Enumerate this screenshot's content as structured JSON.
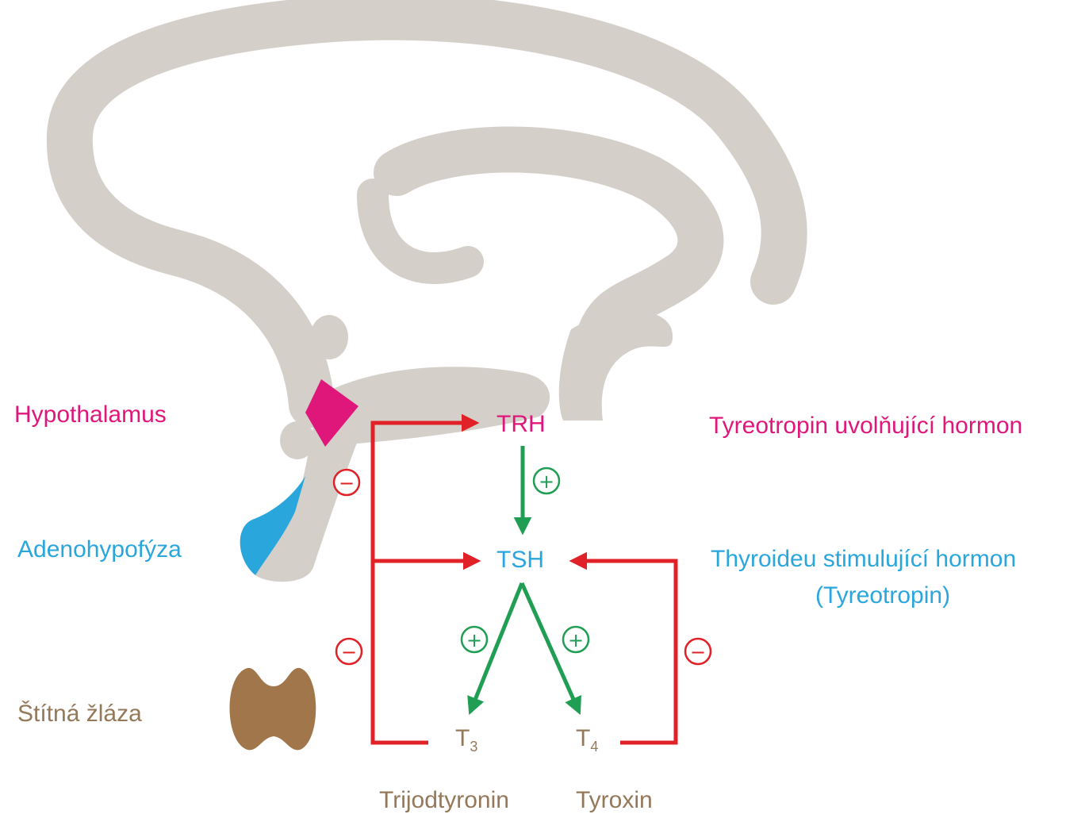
{
  "colors": {
    "brain": "#d5cfc9",
    "hypothalamus": "#e0177a",
    "adenohypophysis": "#29a6dc",
    "thyroid": "#a0764a",
    "inhibit": "#e02127",
    "stimulate": "#1f9e54",
    "name_text": "#94785a"
  },
  "labels": {
    "hypothalamus": "Hypothalamus",
    "adenohypophysis": "Adenohypofýza",
    "thyroid": "Štítná žláza",
    "trh": "TRH",
    "tsh": "TSH",
    "t3_base": "T",
    "t3_sub": "3",
    "t4_base": "T",
    "t4_sub": "4",
    "trh_full": "Tyreotropin uvolňující hormon",
    "tsh_full_line1": "Thyroideu stimulující hormon",
    "tsh_full_line2": "(Tyreotropin)",
    "t3_name": "Trijodtyronin",
    "t4_name": "Tyroxin"
  },
  "signs": {
    "plus": "+",
    "minus": "−"
  },
  "edges": [
    {
      "from": "TRH",
      "to": "TSH",
      "effect": "stimulate"
    },
    {
      "from": "TSH",
      "to": "T3",
      "effect": "stimulate"
    },
    {
      "from": "TSH",
      "to": "T4",
      "effect": "stimulate"
    },
    {
      "from": "T3/T4",
      "to": "TRH",
      "effect": "inhibit"
    },
    {
      "from": "T3/T4",
      "to": "TSH",
      "effect": "inhibit"
    },
    {
      "from": "T4",
      "to": "TSH",
      "effect": "inhibit"
    }
  ]
}
